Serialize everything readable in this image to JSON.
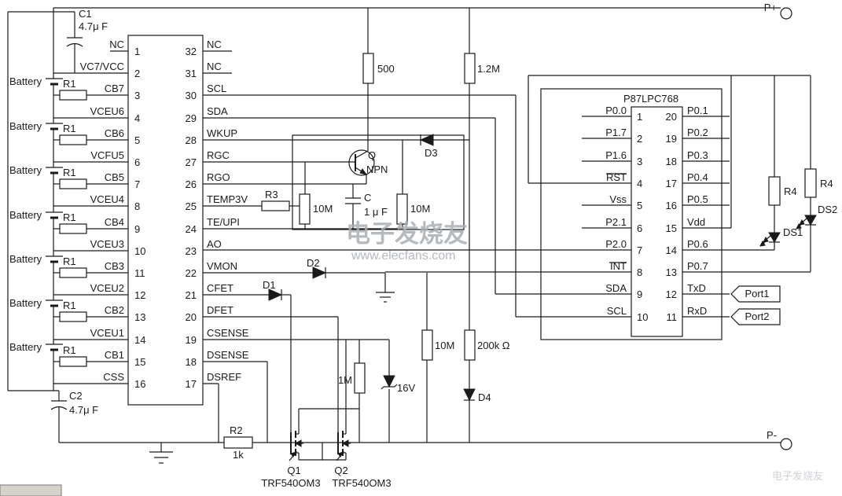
{
  "terminals": {
    "p_plus": "P+",
    "p_minus": "P-"
  },
  "watermark": {
    "title": "电子发烧友",
    "url": "www.elecfans.com"
  },
  "battery": {
    "label": "Battery",
    "series_resistor": "R1"
  },
  "ic1": {
    "left": [
      {
        "num": "1",
        "label": "NC"
      },
      {
        "num": "2",
        "label": "VC7/VCC"
      },
      {
        "num": "3",
        "label": "CB7"
      },
      {
        "num": "4",
        "label": "VCEU6"
      },
      {
        "num": "5",
        "label": "CB6"
      },
      {
        "num": "6",
        "label": "VCFU5"
      },
      {
        "num": "7",
        "label": "CB5"
      },
      {
        "num": "8",
        "label": "VCEU4"
      },
      {
        "num": "9",
        "label": "CB4"
      },
      {
        "num": "10",
        "label": "VCEU3"
      },
      {
        "num": "11",
        "label": "CB3"
      },
      {
        "num": "12",
        "label": "VCEU2"
      },
      {
        "num": "13",
        "label": "CB2"
      },
      {
        "num": "14",
        "label": "VCEU1"
      },
      {
        "num": "15",
        "label": "CB1"
      },
      {
        "num": "16",
        "label": "CSS"
      }
    ],
    "right": [
      {
        "num": "32",
        "label": "NC"
      },
      {
        "num": "31",
        "label": "NC"
      },
      {
        "num": "30",
        "label": "SCL"
      },
      {
        "num": "29",
        "label": "SDA"
      },
      {
        "num": "28",
        "label": "WKUP"
      },
      {
        "num": "27",
        "label": "RGC"
      },
      {
        "num": "26",
        "label": "RGO"
      },
      {
        "num": "25",
        "label": "TEMP3V"
      },
      {
        "num": "24",
        "label": "TE/UPI"
      },
      {
        "num": "23",
        "label": "AO"
      },
      {
        "num": "22",
        "label": "VMON"
      },
      {
        "num": "21",
        "label": "CFET"
      },
      {
        "num": "20",
        "label": "DFET"
      },
      {
        "num": "19",
        "label": "CSENSE"
      },
      {
        "num": "18",
        "label": "DSENSE"
      },
      {
        "num": "17",
        "label": "DSREF"
      }
    ]
  },
  "mcu": {
    "title": "P87LPC768",
    "left": [
      {
        "num": "1",
        "label": "P0.0"
      },
      {
        "num": "2",
        "label": "P1.7"
      },
      {
        "num": "3",
        "label": "P1.6"
      },
      {
        "num": "4",
        "label": "RST"
      },
      {
        "num": "5",
        "label": "Vss"
      },
      {
        "num": "6",
        "label": "P2.1"
      },
      {
        "num": "7",
        "label": "P2.0"
      },
      {
        "num": "8",
        "label": "INT"
      },
      {
        "num": "9",
        "label": "SDA"
      },
      {
        "num": "10",
        "label": "SCL"
      }
    ],
    "right": [
      {
        "num": "20",
        "label": "P0.1"
      },
      {
        "num": "19",
        "label": "P0.2"
      },
      {
        "num": "18",
        "label": "P0.3"
      },
      {
        "num": "17",
        "label": "P0.4"
      },
      {
        "num": "16",
        "label": "P0.5"
      },
      {
        "num": "15",
        "label": "Vdd"
      },
      {
        "num": "14",
        "label": "P0.6"
      },
      {
        "num": "13",
        "label": "P0.7"
      },
      {
        "num": "12",
        "label": "TxD"
      },
      {
        "num": "11",
        "label": "RxD"
      }
    ]
  },
  "parts": {
    "c1_ref": "C1",
    "c1_val": "4.7μ F",
    "c2_ref": "C2",
    "c2_val": "4.7μ F",
    "r_top1": "500",
    "r_top2": "1.2M",
    "r3": "R3",
    "r_osc1": "10M",
    "r_osc2": "10M",
    "c_ref": "C",
    "c_val": "1 μ F",
    "q_ref": "Q",
    "q_type": "NPN",
    "d1": "D1",
    "d2": "D2",
    "d3": "D3",
    "d4": "D4",
    "r_mid": "10M",
    "r_200k": "200k Ω",
    "r_1m": "1M",
    "zener": "16V",
    "r2_ref": "R2",
    "r2_val": "1k",
    "q1_ref": "Q1",
    "q1_part": "TRF540OM3",
    "q2_ref": "Q2",
    "q2_part": "TRF540OM3",
    "r4_a": "R4",
    "r4_b": "R4",
    "ds1": "DS1",
    "ds2": "DS2",
    "port1": "Port1",
    "port2": "Port2"
  }
}
